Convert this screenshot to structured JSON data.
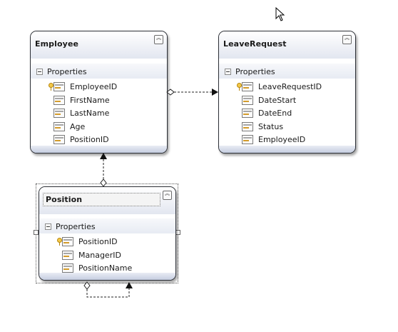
{
  "entities": {
    "employee": {
      "title": "Employee",
      "section": "Properties",
      "properties": [
        {
          "name": "EmployeeID",
          "key": true
        },
        {
          "name": "FirstName",
          "key": false
        },
        {
          "name": "LastName",
          "key": false
        },
        {
          "name": "Age",
          "key": false
        },
        {
          "name": "PositionID",
          "key": false
        }
      ]
    },
    "leave_request": {
      "title": "LeaveRequest",
      "section": "Properties",
      "properties": [
        {
          "name": "LeaveRequestID",
          "key": true
        },
        {
          "name": "DateStart",
          "key": false
        },
        {
          "name": "DateEnd",
          "key": false
        },
        {
          "name": "Status",
          "key": false
        },
        {
          "name": "EmployeeID",
          "key": false
        }
      ]
    },
    "position": {
      "title": "Position",
      "section": "Properties",
      "properties": [
        {
          "name": "PositionID",
          "key": true
        },
        {
          "name": "ManagerID",
          "key": false
        },
        {
          "name": "PositionName",
          "key": false
        }
      ]
    }
  },
  "icons": {
    "collapse": "double-chevron-up-icon",
    "section_toggle": "minus-box-icon",
    "primary_key": "key-icon",
    "property": "property-icon"
  },
  "colors": {
    "entity_border": "#2c2f36",
    "header_gradient_end": "#e2e6f0",
    "connector": "#222222"
  }
}
